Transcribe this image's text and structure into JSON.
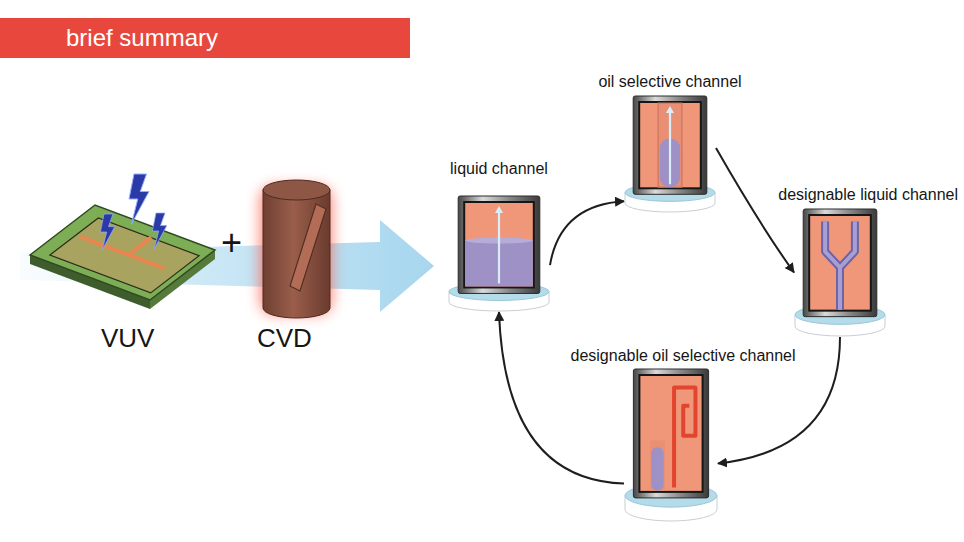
{
  "diagram": {
    "title": "brief summary",
    "nodes": [
      {
        "text": [
          "liquid channel"
        ]
      },
      {
        "text": [
          "oil selective channel"
        ]
      },
      {
        "text": [
          "designable liquid channel"
        ]
      },
      {
        "text": [
          "designable oil selective channel"
        ]
      }
    ],
    "edges": [
      {
        "from": 0,
        "to": 1,
        "arrow": "to"
      },
      {
        "from": 1,
        "to": 2,
        "arrow": "to"
      },
      {
        "from": 2,
        "to": 3,
        "arrow": "to"
      },
      {
        "from": 3,
        "to": 0,
        "arrow": "to"
      }
    ],
    "labels": [
      "VUV",
      "+",
      "CVD"
    ]
  }
}
